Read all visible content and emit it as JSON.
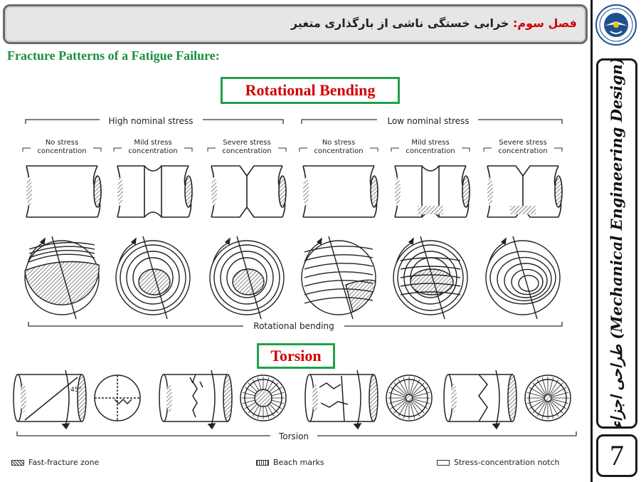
{
  "header": {
    "chapter": "فصل سوم:",
    "title": "خرابی خستگی ناشی از بارگذاری متغیر"
  },
  "subtitle": "Fracture Patterns of a Fatigue Failure:",
  "side": {
    "vertical_title": "طراحی اجزاء (Mechanical Engineering Design)",
    "page_number": "7"
  },
  "sections": {
    "rotational": "Rotational Bending",
    "torsion": "Torsion"
  },
  "figure": {
    "high_stress": "High nominal stress",
    "low_stress": "Low nominal stress",
    "columns": [
      {
        "line1": "No stress",
        "line2": "concentration"
      },
      {
        "line1": "Mild stress",
        "line2": "concentration"
      },
      {
        "line1": "Severe stress",
        "line2": "concentration"
      },
      {
        "line1": "No stress",
        "line2": "concentration"
      },
      {
        "line1": "Mild stress",
        "line2": "concentration"
      },
      {
        "line1": "Severe stress",
        "line2": "concentration"
      }
    ],
    "rotational_caption": "Rotational bending",
    "torsion_caption": "Torsion",
    "angle_label": "45°"
  },
  "legend": {
    "fast_fracture": "Fast-fracture zone",
    "beach_marks": "Beach marks",
    "notch": "Stress-concentration notch"
  },
  "colors": {
    "chapter_red": "#d10000",
    "subtitle_green": "#1a8f3c",
    "box_green": "#22a04a"
  }
}
